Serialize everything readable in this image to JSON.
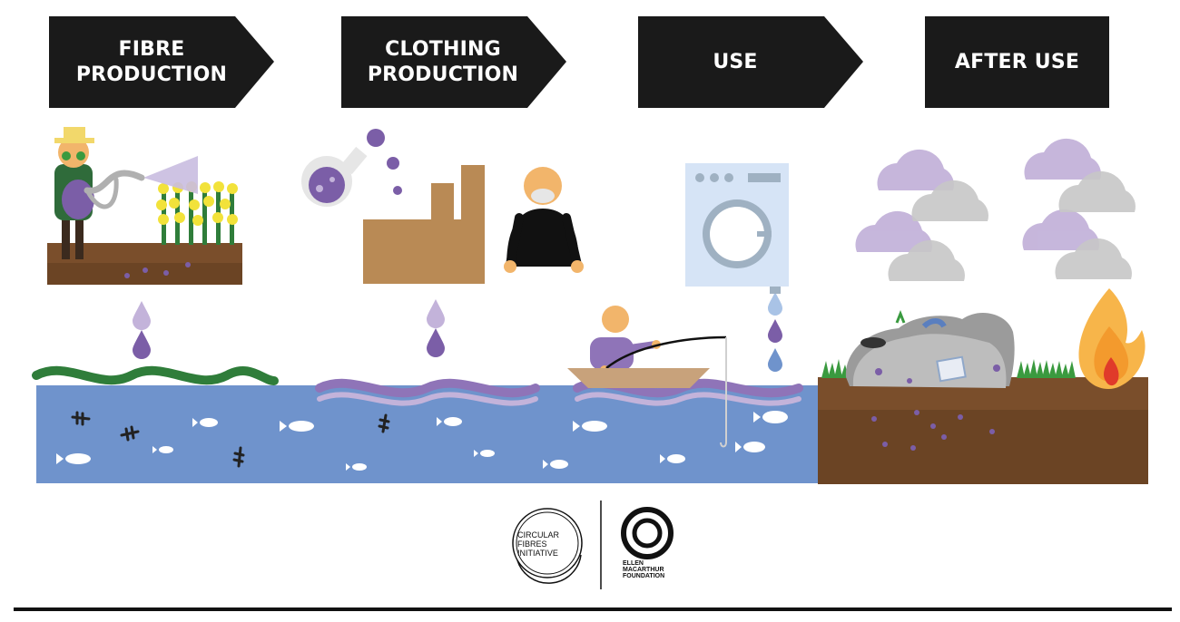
{
  "stages": [
    {
      "label": "FIBRE\nPRODUCTION"
    },
    {
      "label": "CLOTHING\nPRODUCTION"
    },
    {
      "label": "USE"
    },
    {
      "label": "AFTER USE"
    }
  ],
  "logos": {
    "circular_fibres": "CIRCULAR\nFIBRES\nINITIATIVE",
    "ellen_macarthur": "ELLEN\nMACARTHUR\nFOUNDATION"
  },
  "colors": {
    "arrow": "#1a1a1a",
    "water": "#6f93cc",
    "soil": "#6b4424",
    "microfibre": "#7b5ea7",
    "wave_green": "#2f7d3a",
    "wave_purple": "#8f74b8",
    "cloud_purple": "#c3b3da",
    "cloud_grey": "#c6c6c6",
    "factory": "#b98a55"
  },
  "icons": [
    "farmer-icon",
    "crop-icon",
    "flask-icon",
    "factory-icon",
    "worker-icon",
    "washing-machine-icon",
    "fisher-icon",
    "boat-icon",
    "fish-icon",
    "cloud-icon",
    "landfill-icon",
    "fire-icon",
    "droplet-icon"
  ]
}
